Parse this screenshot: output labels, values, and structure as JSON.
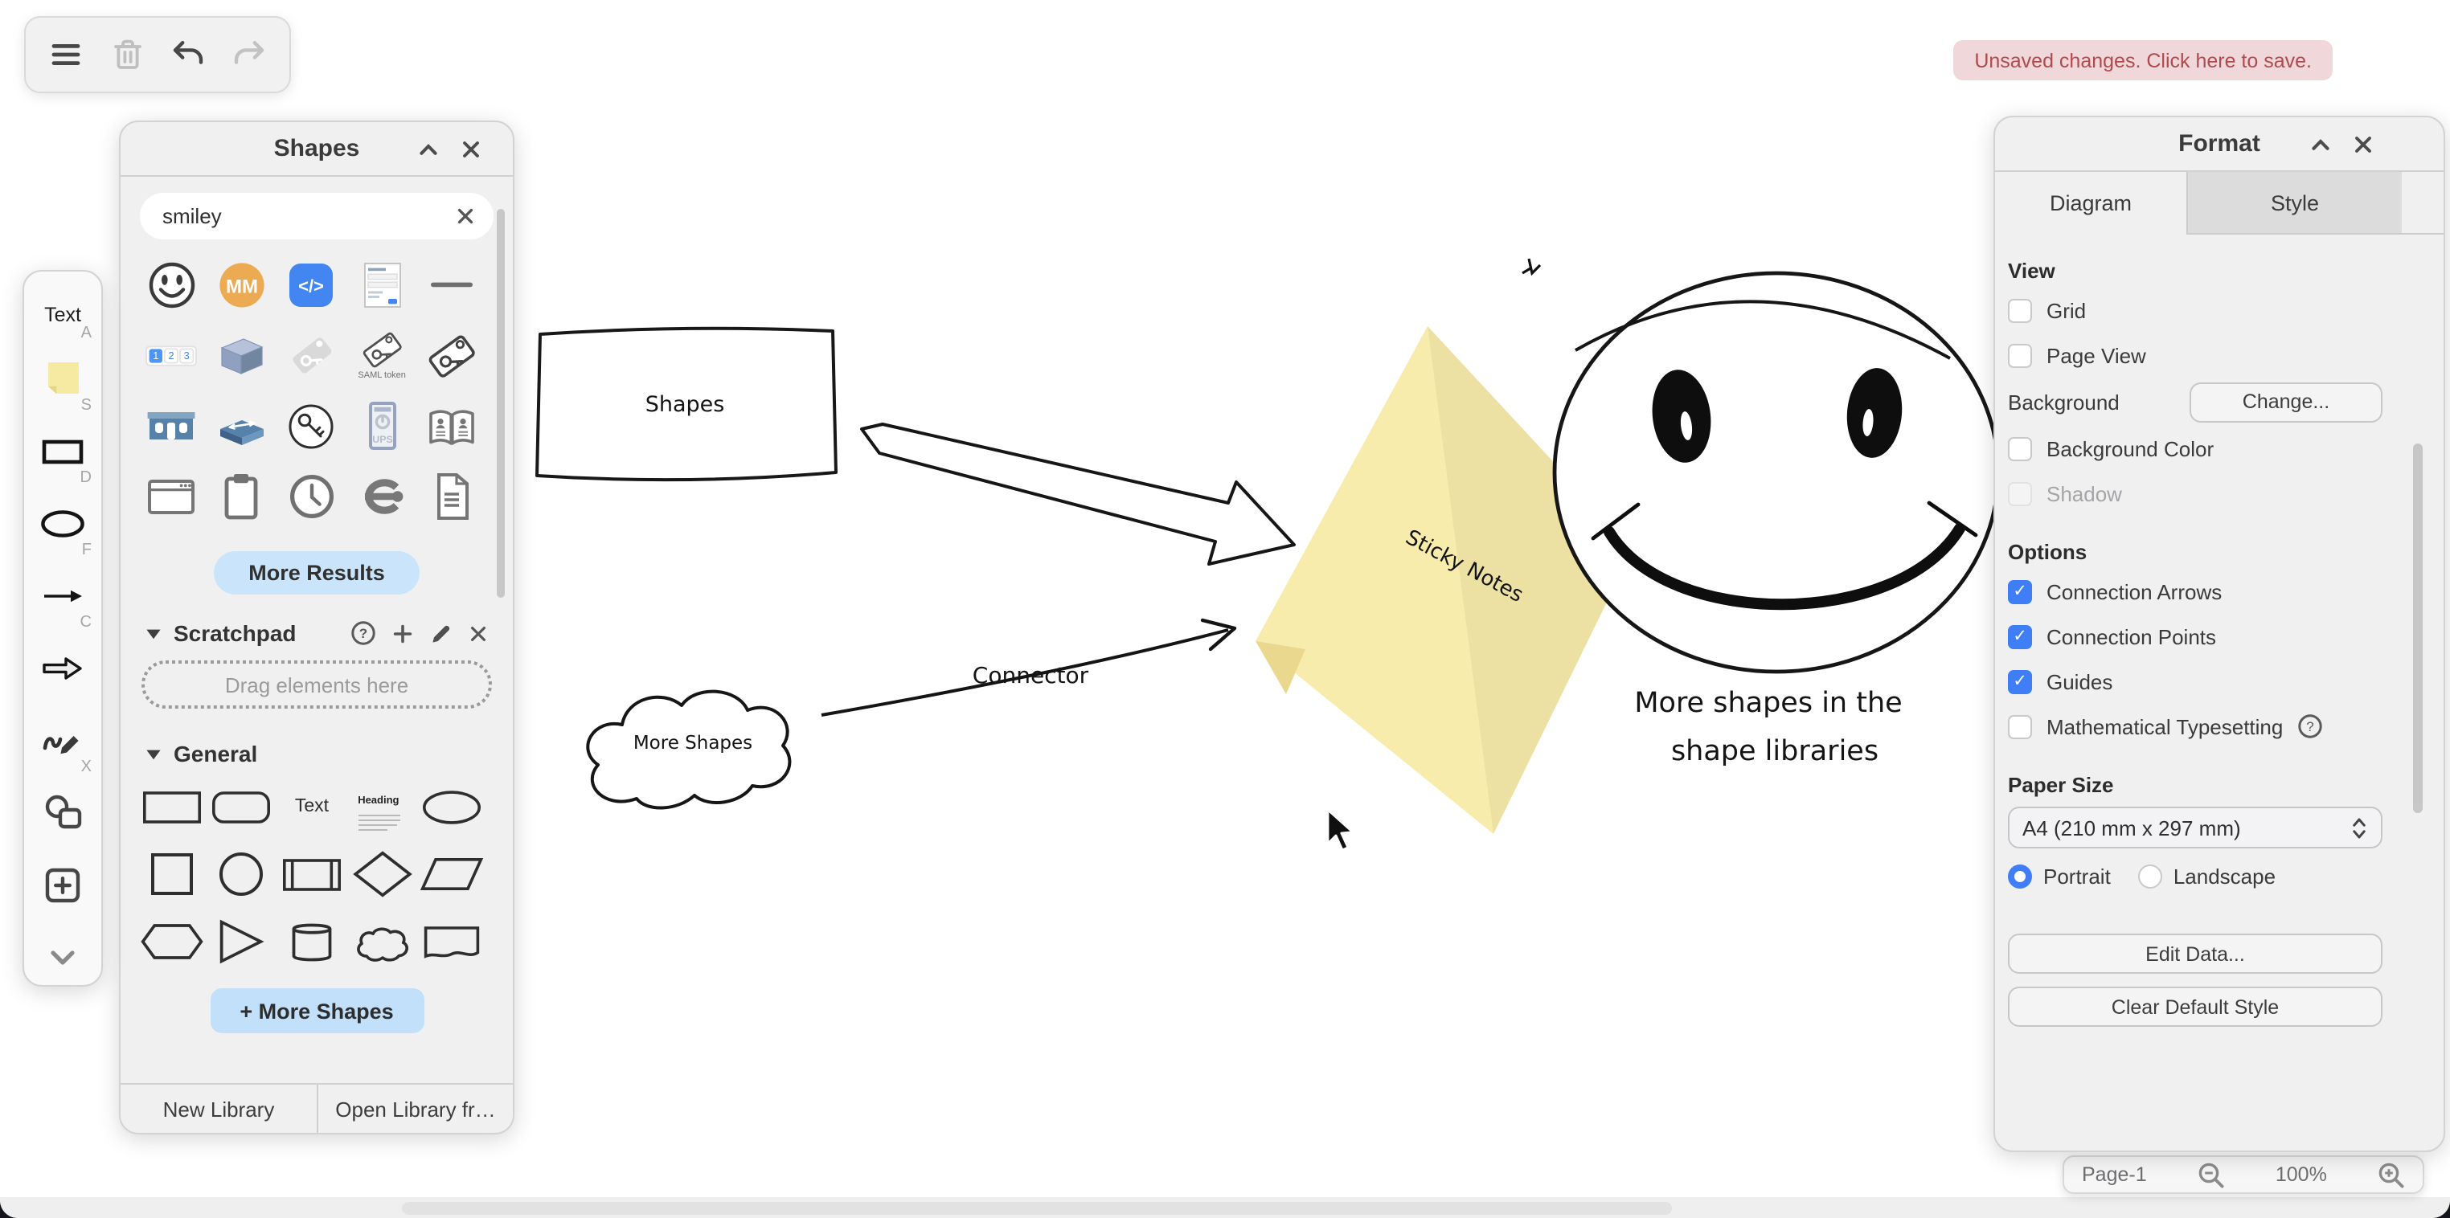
{
  "toolbar": {
    "buttons": [
      {
        "name": "menu",
        "icon": "menu",
        "enabled": true
      },
      {
        "name": "delete",
        "icon": "trash",
        "enabled": false
      },
      {
        "name": "undo",
        "icon": "undo",
        "enabled": true
      },
      {
        "name": "redo",
        "icon": "redo",
        "enabled": false
      }
    ]
  },
  "unsaved_banner": {
    "label": "Unsaved changes. Click here to save."
  },
  "shapes_panel": {
    "title": "Shapes",
    "search": {
      "value": "smiley"
    },
    "results": [
      {
        "icon": "smiley-face"
      },
      {
        "icon": "mm-badge"
      },
      {
        "icon": "code-block"
      },
      {
        "icon": "form-mockup"
      },
      {
        "icon": "divider-line"
      },
      {
        "icon": "pagination"
      },
      {
        "icon": "iso-box"
      },
      {
        "icon": "key-tag"
      },
      {
        "icon": "saml-token",
        "caption": "SAML token"
      },
      {
        "icon": "key-tag-outline"
      },
      {
        "icon": "storefront"
      },
      {
        "icon": "flat-box"
      },
      {
        "icon": "key-circle"
      },
      {
        "icon": "ups-unit"
      },
      {
        "icon": "address-book"
      },
      {
        "icon": "app-window"
      },
      {
        "icon": "clipboard"
      },
      {
        "icon": "clock"
      },
      {
        "icon": "openid"
      },
      {
        "icon": "text-document"
      }
    ],
    "more_results_label": "More Results",
    "scratchpad": {
      "title": "Scratchpad",
      "drop_hint": "Drag elements here"
    },
    "general": {
      "title": "General",
      "shapes": [
        {
          "name": "rectangle"
        },
        {
          "name": "rounded-rectangle"
        },
        {
          "name": "text",
          "label": "Text"
        },
        {
          "name": "heading",
          "label": "Heading"
        },
        {
          "name": "ellipse"
        },
        {
          "name": "square"
        },
        {
          "name": "circle"
        },
        {
          "name": "process"
        },
        {
          "name": "diamond"
        },
        {
          "name": "parallelogram"
        },
        {
          "name": "hexagon"
        },
        {
          "name": "triangle"
        },
        {
          "name": "cylinder"
        },
        {
          "name": "cloud"
        },
        {
          "name": "document"
        }
      ]
    },
    "more_shapes_label": "+ More Shapes",
    "footer": {
      "new_library": "New Library",
      "open_library": "Open Library fr…"
    }
  },
  "side_toolbar": {
    "items": [
      {
        "name": "text-tool",
        "label": "Text",
        "shortcut": "A"
      },
      {
        "name": "note-tool",
        "icon": "sticky-note",
        "shortcut": "S"
      },
      {
        "name": "rectangle-tool",
        "icon": "rect-outline",
        "shortcut": "D"
      },
      {
        "name": "ellipse-tool",
        "icon": "ellipse-outline",
        "shortcut": "F"
      },
      {
        "name": "arrow-tool",
        "icon": "arrow-thin",
        "shortcut": "C"
      },
      {
        "name": "block-arrow-tool",
        "icon": "arrow-block",
        "shortcut": ""
      },
      {
        "name": "freehand-tool",
        "icon": "freehand",
        "shortcut": "X"
      },
      {
        "name": "shapes-tool",
        "icon": "shapes-combo",
        "shortcut": ""
      },
      {
        "name": "insert-tool",
        "icon": "plus-square",
        "shortcut": ""
      },
      {
        "name": "more-tools",
        "icon": "chevron-down",
        "shortcut": ""
      }
    ]
  },
  "canvas": {
    "rect_label": "Shapes",
    "connector_label": "Connector",
    "cloud_label": "More Shapes",
    "sticky_note_label": "Sticky Notes",
    "caption_line1": "More shapes in the",
    "caption_line2": "shape libraries",
    "sticky_color": "#f7ecab"
  },
  "format_panel": {
    "title": "Format",
    "tabs": [
      {
        "label": "Diagram",
        "active": true
      },
      {
        "label": "Style",
        "active": false
      }
    ],
    "view": {
      "title": "View",
      "grid": {
        "label": "Grid",
        "checked": false
      },
      "page_view": {
        "label": "Page View",
        "checked": false
      },
      "background": {
        "label": "Background",
        "button": "Change..."
      },
      "background_color": {
        "label": "Background Color",
        "checked": false
      },
      "shadow": {
        "label": "Shadow",
        "checked": false,
        "disabled": true
      }
    },
    "options": {
      "title": "Options",
      "rows": [
        {
          "label": "Connection Arrows",
          "checked": true
        },
        {
          "label": "Connection Points",
          "checked": true
        },
        {
          "label": "Guides",
          "checked": true
        },
        {
          "label": "Mathematical Typesetting",
          "checked": false,
          "help": true
        }
      ]
    },
    "paper": {
      "title": "Paper Size",
      "value": "A4 (210 mm x 297 mm)",
      "orientation": [
        {
          "label": "Portrait",
          "selected": true
        },
        {
          "label": "Landscape",
          "selected": false
        }
      ]
    },
    "edit_data_label": "Edit Data...",
    "clear_style_label": "Clear Default Style"
  },
  "page_bar": {
    "page_label": "Page-1",
    "zoom_value": "100%"
  },
  "colors": {
    "accent_blue": "#3f7ef6",
    "light_blue_button": "#c9e4fb",
    "banner_bg": "#f0d8da",
    "banner_text": "#b04a4f",
    "sticky_yellow": "#f7ecab",
    "panel_bg": "#f0f0f1"
  }
}
